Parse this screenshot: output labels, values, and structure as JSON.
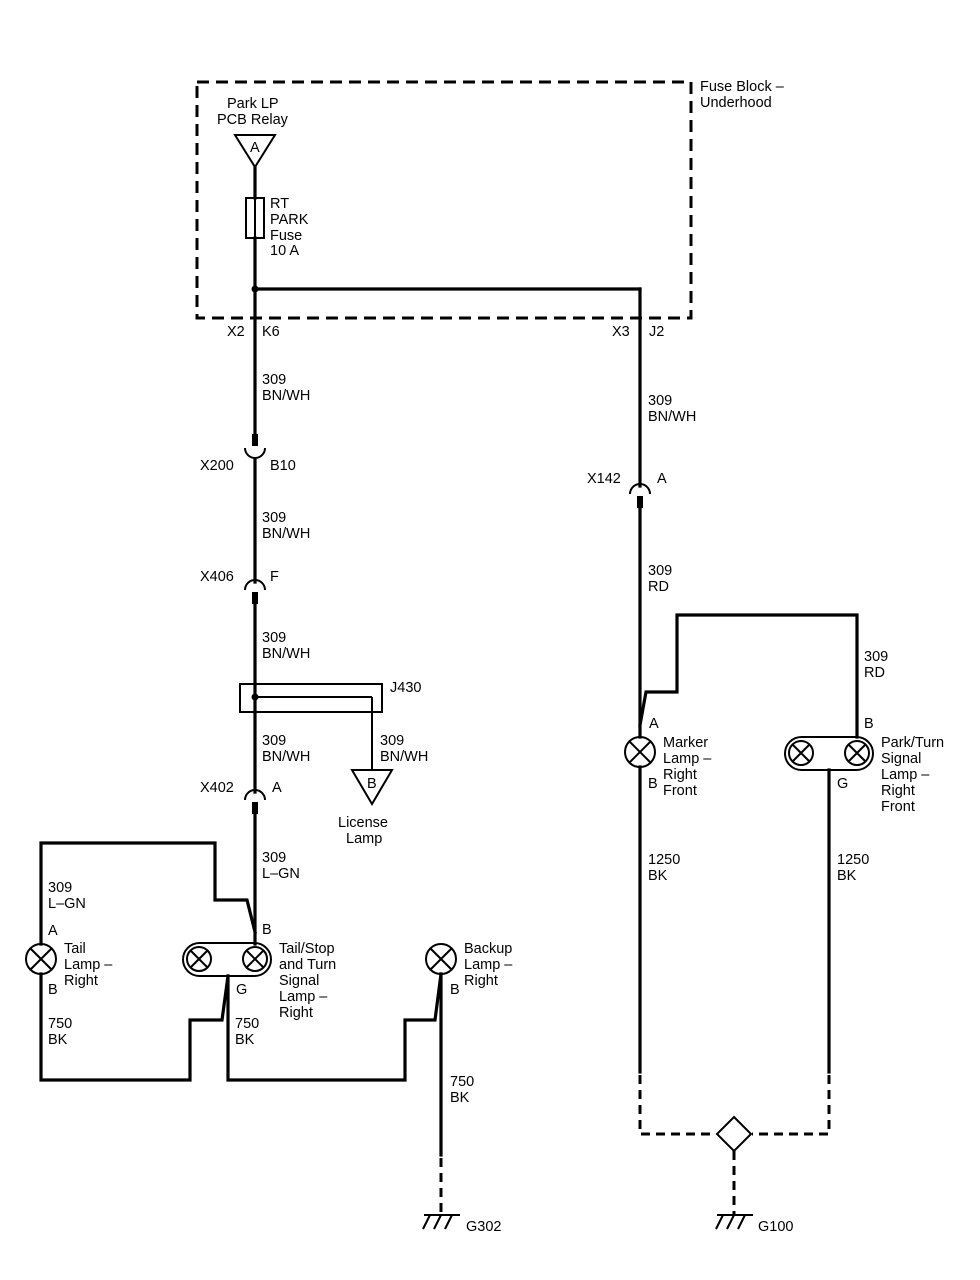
{
  "fuse_block": {
    "label_line1": "Fuse Block –",
    "label_line2": "Underhood"
  },
  "relay": {
    "line1": "Park LP",
    "line2": "PCB Relay",
    "pin": "A"
  },
  "fuse": {
    "line1": "RT",
    "line2": "PARK",
    "line3": "Fuse",
    "line4": "10 A"
  },
  "connectors": {
    "x2": "X2",
    "k6": "K6",
    "x3": "X3",
    "j2": "J2",
    "x200": "X200",
    "b10": "B10",
    "x406": "X406",
    "f": "F",
    "x402": "X402",
    "x402_pin": "A",
    "x142": "X142",
    "x142_pin": "A",
    "j430": "J430"
  },
  "wires": {
    "w1": {
      "num": "309",
      "color": "BN/WH"
    },
    "w2": {
      "num": "309",
      "color": "BN/WH"
    },
    "w3": {
      "num": "309",
      "color": "BN/WH"
    },
    "w4": {
      "num": "309",
      "color": "BN/WH"
    },
    "w5": {
      "num": "309",
      "color": "BN/WH"
    },
    "w6": {
      "num": "309",
      "color": "L–GN"
    },
    "w7": {
      "num": "309",
      "color": "L–GN"
    },
    "w8": {
      "num": "750",
      "color": "BK"
    },
    "w9": {
      "num": "750",
      "color": "BK"
    },
    "w10": {
      "num": "750",
      "color": "BK"
    },
    "w11": {
      "num": "309",
      "color": "BN/WH"
    },
    "w12": {
      "num": "309",
      "color": "RD"
    },
    "w13": {
      "num": "309",
      "color": "RD"
    },
    "w14": {
      "num": "1250",
      "color": "BK"
    },
    "w15": {
      "num": "1250",
      "color": "BK"
    }
  },
  "license_lamp": {
    "pin": "B",
    "line1": "License",
    "line2": "Lamp"
  },
  "tail_lamp": {
    "pin_a": "A",
    "pin_b": "B",
    "line1": "Tail",
    "line2": "Lamp –",
    "line3": "Right"
  },
  "tail_stop": {
    "pin_b": "B",
    "pin_g": "G",
    "line1": "Tail/Stop",
    "line2": "and Turn",
    "line3": "Signal",
    "line4": "Lamp –",
    "line5": "Right"
  },
  "backup": {
    "pin_b": "B",
    "line1": "Backup",
    "line2": "Lamp –",
    "line3": "Right"
  },
  "marker": {
    "pin_a": "A",
    "pin_b": "B",
    "line1": "Marker",
    "line2": "Lamp –",
    "line3": "Right",
    "line4": "Front"
  },
  "park_turn": {
    "pin_b": "B",
    "pin_g": "G",
    "line1": "Park/Turn",
    "line2": "Signal",
    "line3": "Lamp –",
    "line4": "Right",
    "line5": "Front"
  },
  "grounds": {
    "g302": "G302",
    "g100": "G100"
  }
}
